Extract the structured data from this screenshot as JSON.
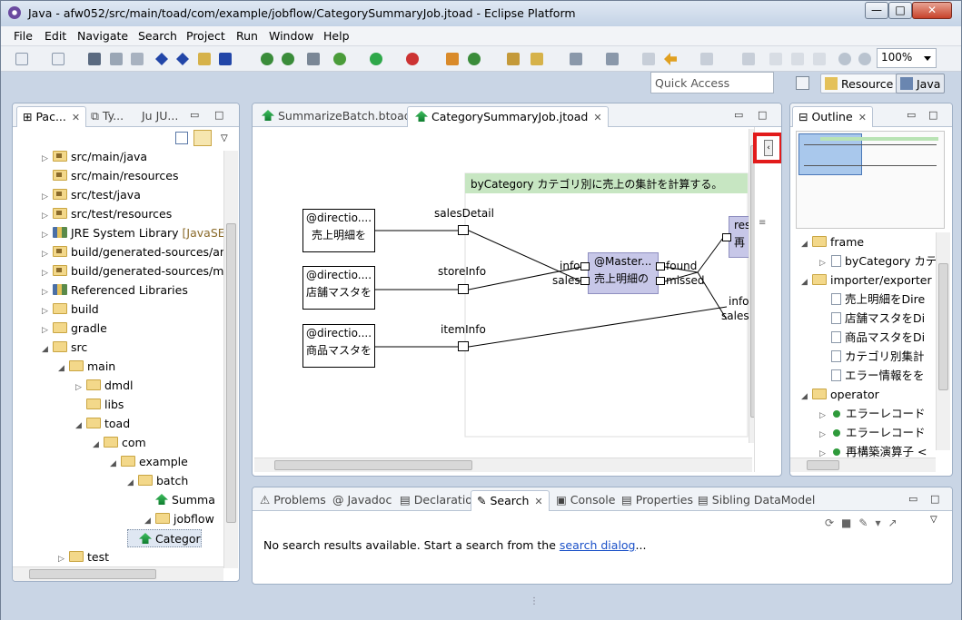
{
  "window": {
    "title": "Java - afw052/src/main/toad/com/example/jobflow/CategorySummaryJob.jtoad - Eclipse Platform",
    "min": "—",
    "max": "□",
    "close": "✕"
  },
  "menu": [
    "File",
    "Edit",
    "Navigate",
    "Search",
    "Project",
    "Run",
    "Window",
    "Help"
  ],
  "toolbar": {
    "zoom": "100%"
  },
  "quick_access": {
    "placeholder": "Quick Access"
  },
  "perspectives": [
    {
      "label": "Resource"
    },
    {
      "label": "Java"
    }
  ],
  "left_panel": {
    "tabs": [
      "Pac...",
      "Ty...",
      "JU..."
    ],
    "items": [
      {
        "label": "src/main/java",
        "icon": "package-folder-icon",
        "arrow": "▷"
      },
      {
        "label": "src/main/resources",
        "icon": "package-folder-icon",
        "arrow": ""
      },
      {
        "label": "src/test/java",
        "icon": "package-folder-icon",
        "arrow": "▷"
      },
      {
        "label": "src/test/resources",
        "icon": "package-folder-icon",
        "arrow": "▷"
      },
      {
        "label": "JRE System Library",
        "suffix": "[JavaSE",
        "icon": "library-icon",
        "arrow": "▷"
      },
      {
        "label": "build/generated-sources/an",
        "icon": "package-folder-icon",
        "arrow": "▷"
      },
      {
        "label": "build/generated-sources/mo",
        "icon": "package-folder-icon",
        "arrow": "▷"
      },
      {
        "label": "Referenced Libraries",
        "icon": "library-icon",
        "arrow": "▷"
      },
      {
        "label": "build",
        "icon": "folder-icon",
        "arrow": "▷"
      },
      {
        "label": "gradle",
        "icon": "folder-icon",
        "arrow": "▷"
      },
      {
        "label": "src",
        "icon": "folder-icon",
        "arrow": "◢"
      },
      {
        "label": "main",
        "icon": "folder-icon",
        "arrow": "◢"
      },
      {
        "label": "dmdl",
        "icon": "folder-icon",
        "arrow": "▷"
      },
      {
        "label": "libs",
        "icon": "folder-icon",
        "arrow": ""
      },
      {
        "label": "toad",
        "icon": "folder-icon",
        "arrow": "◢"
      },
      {
        "label": "com",
        "icon": "folder-icon",
        "arrow": "◢"
      },
      {
        "label": "example",
        "icon": "folder-icon",
        "arrow": "◢"
      },
      {
        "label": "batch",
        "icon": "folder-icon",
        "arrow": "◢"
      },
      {
        "label": "Summa",
        "icon": "toad-file-icon",
        "arrow": ""
      },
      {
        "label": "jobflow",
        "icon": "folder-icon",
        "arrow": "◢"
      },
      {
        "label": "Categor",
        "icon": "toad-file-icon",
        "arrow": ""
      },
      {
        "label": "test",
        "icon": "folder-icon",
        "arrow": "▷"
      }
    ]
  },
  "editor": {
    "tabs": [
      "SummarizeBatch.btoad",
      "CategorySummaryJob.jtoad"
    ],
    "frame_title": "byCategory カテゴリ別に売上の集計を計算する。",
    "sources": [
      {
        "line1": "@directio....",
        "line2": "売上明細を",
        "port": "salesDetail"
      },
      {
        "line1": "@directio....",
        "line2": "店舗マスタを",
        "port": "storeInfo"
      },
      {
        "line1": "@directio....",
        "line2": "商品マスタを",
        "port": "itemInfo"
      }
    ],
    "operator": {
      "line1": "@Master...",
      "line2": "売上明細の",
      "in1": "info",
      "in2": "sales",
      "out1": "found",
      "out2": "missed"
    },
    "right_node": {
      "line1": "res",
      "line2": "再"
    },
    "right_labels": [
      "info",
      "sales"
    ]
  },
  "outline": {
    "tab": "Outline",
    "items": [
      {
        "label": "frame",
        "icon": "folder-icon",
        "arrow": "◢",
        "indent": 0
      },
      {
        "label": "byCategory カテ",
        "icon": "doc-icon",
        "arrow": "▷",
        "indent": 1
      },
      {
        "label": "importer/exporter",
        "icon": "folder-icon",
        "arrow": "◢",
        "indent": 0
      },
      {
        "label": "売上明細をDire",
        "icon": "doc-icon",
        "arrow": "",
        "indent": 1
      },
      {
        "label": "店舗マスタをDi",
        "icon": "doc-icon",
        "arrow": "",
        "indent": 1
      },
      {
        "label": "商品マスタをDi",
        "icon": "doc-icon",
        "arrow": "",
        "indent": 1
      },
      {
        "label": "カテゴリ別集計",
        "icon": "doc-icon",
        "arrow": "",
        "indent": 1
      },
      {
        "label": "エラー情報をを",
        "icon": "doc-icon",
        "arrow": "",
        "indent": 1
      },
      {
        "label": "operator",
        "icon": "folder-icon",
        "arrow": "◢",
        "indent": 0
      },
      {
        "label": "エラーレコード",
        "icon": "dot-icon",
        "arrow": "▷",
        "indent": 1
      },
      {
        "label": "エラーレコード",
        "icon": "dot-icon",
        "arrow": "▷",
        "indent": 1
      },
      {
        "label": "再構築演算子 <",
        "icon": "dot-icon",
        "arrow": "▷",
        "indent": 1
      }
    ]
  },
  "bottom": {
    "tabs": [
      "Problems",
      "@ Javadoc",
      "Declaration",
      "Search",
      "Console",
      "Properties",
      "Sibling DataModel"
    ],
    "active": "Search",
    "message": "No search results available. Start a search from the ",
    "link": "search dialog",
    "ellipsis": "..."
  }
}
